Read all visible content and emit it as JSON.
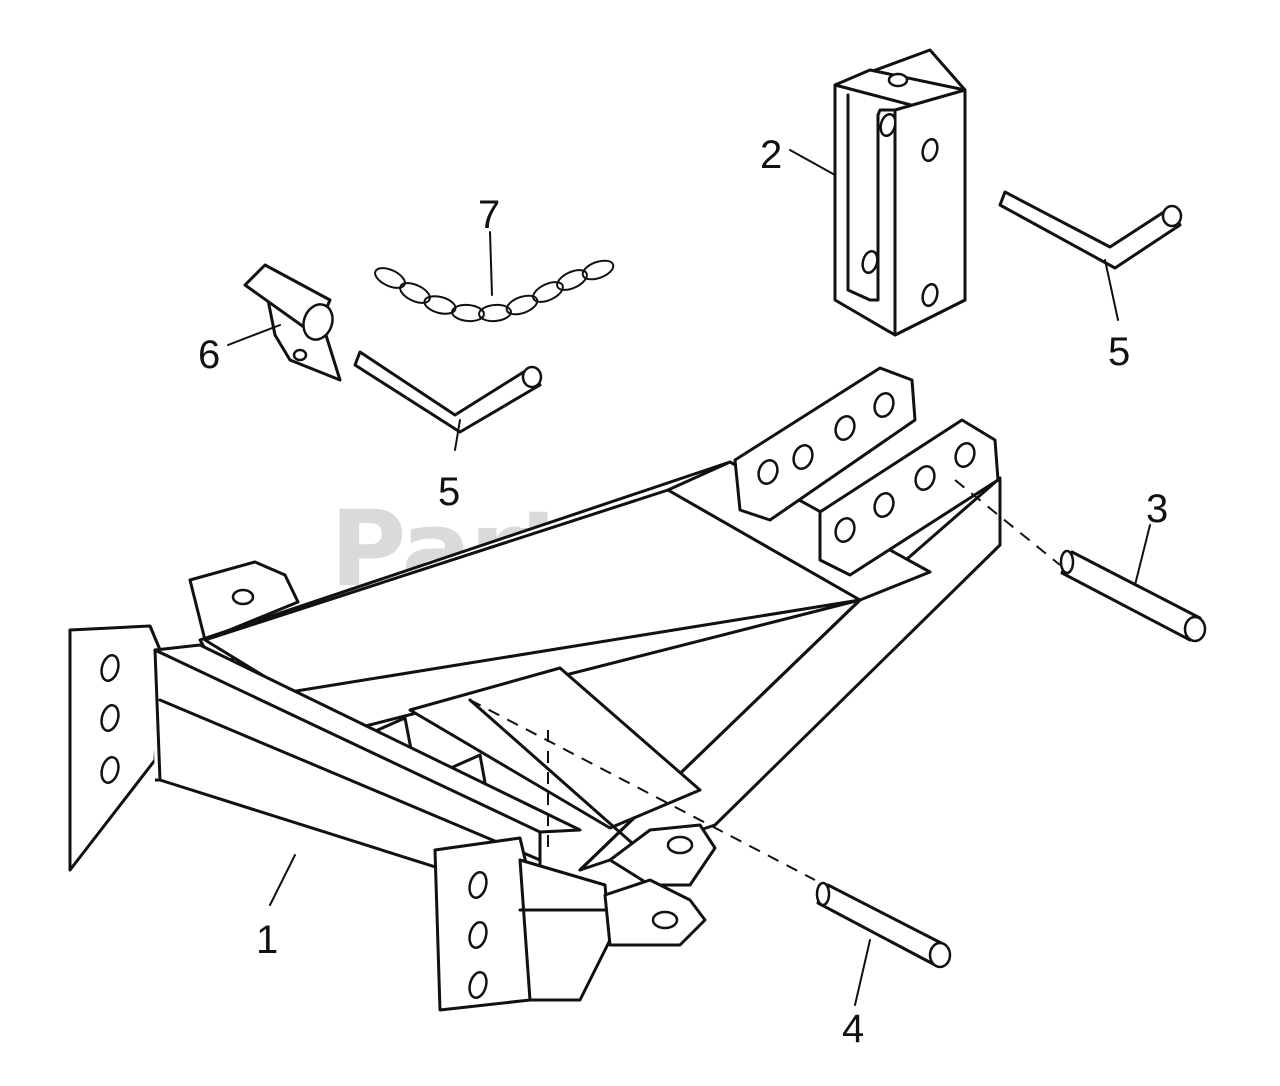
{
  "watermark": {
    "text": "PartsTree",
    "color": "#d4d4d4"
  },
  "callouts": [
    {
      "label": "1"
    },
    {
      "label": "2"
    },
    {
      "label": "3"
    },
    {
      "label": "4"
    },
    {
      "label": "5"
    },
    {
      "label": "5"
    },
    {
      "label": "6"
    },
    {
      "label": "7"
    }
  ],
  "colors": {
    "line": "#111111",
    "background": "#ffffff"
  }
}
